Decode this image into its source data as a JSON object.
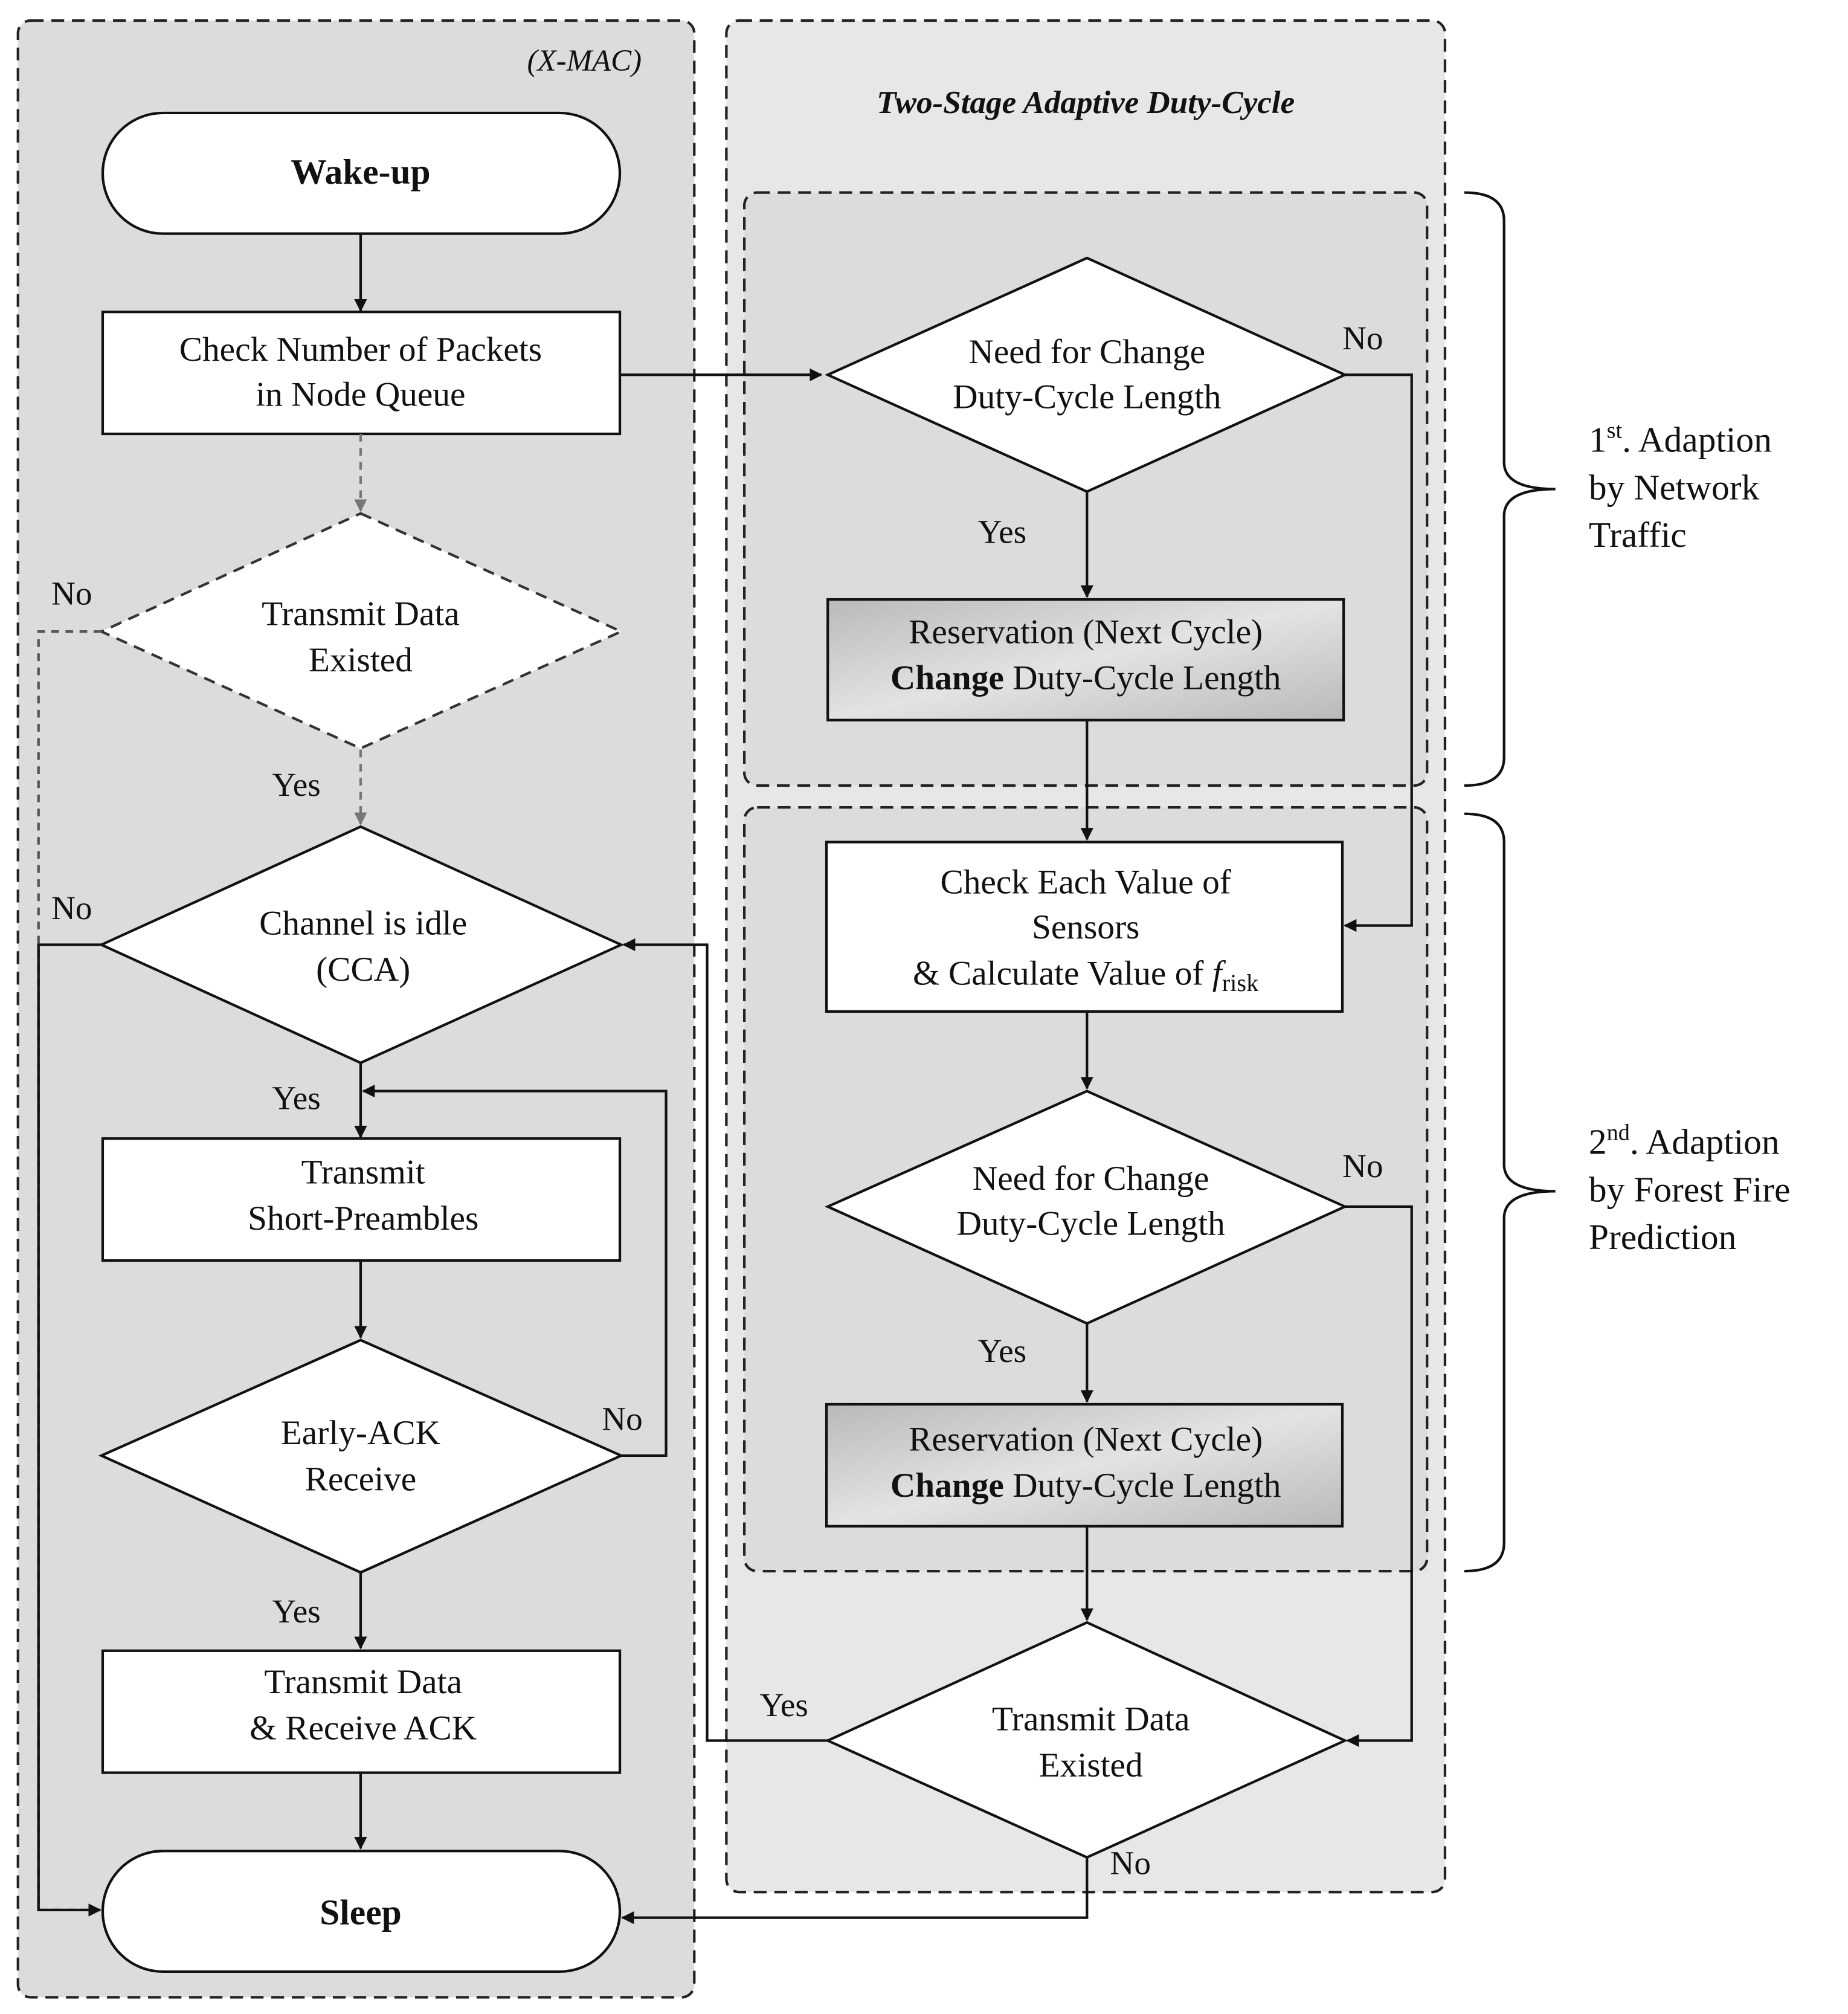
{
  "panels": {
    "xmac_label": "(X-MAC)",
    "adaptive_label": "Two-Stage Adaptive Duty-Cycle"
  },
  "nodes": {
    "wakeup": "Wake-up",
    "check_packets_1": "Check Number of Packets",
    "check_packets_2": "in Node Queue",
    "transmit_exist_1": "Transmit Data",
    "transmit_exist_2": "Existed",
    "channel_idle_1": "Channel is idle",
    "channel_idle_2": "(CCA)",
    "short_preambles_1": "Transmit",
    "short_preambles_2": "Short-Preambles",
    "early_ack_1": "Early-ACK",
    "early_ack_2": "Receive",
    "transmit_ack_1": "Transmit Data",
    "transmit_ack_2": "& Receive ACK",
    "sleep": "Sleep",
    "need_change_1_a": "Need for Change",
    "need_change_1_b": "Duty-Cycle Length",
    "reservation_1_a": "Reservation (Next Cycle)",
    "reservation_bold": "Change",
    "reservation_rest": " Duty-Cycle Length",
    "check_sensors_1": "Check Each Value of",
    "check_sensors_2": "Sensors",
    "check_sensors_3": "& Calculate Value of ",
    "frisk_f": "f",
    "frisk_sub": "risk",
    "need_change_2_a": "Need for Change",
    "need_change_2_b": "Duty-Cycle Length",
    "reservation_2_a": "Reservation (Next Cycle)",
    "transmit_exist_r1": "Transmit Data",
    "transmit_exist_r2": "Existed"
  },
  "edge_labels": {
    "yes": "Yes",
    "no": "No"
  },
  "braces": {
    "first_num": "1",
    "first_sup": "st",
    "first_rest": ". Adaption",
    "first_line2": "by Network",
    "first_line3": "Traffic",
    "second_num": "2",
    "second_sup": "nd",
    "second_rest": ". Adaption",
    "second_line2": "by Forest Fire",
    "second_line3": "Prediction"
  }
}
